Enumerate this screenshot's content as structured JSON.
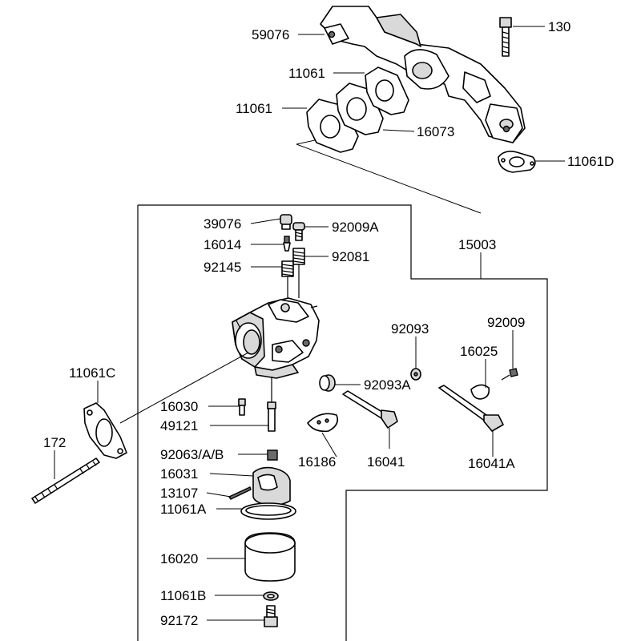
{
  "labels": {
    "p59076": "59076",
    "p130": "130",
    "p11061_top": "11061",
    "p11061_mid": "11061",
    "p16073": "16073",
    "p11061D": "11061D",
    "p39076": "39076",
    "p92009A": "92009A",
    "p16014": "16014",
    "p92145": "92145",
    "p92081": "92081",
    "p15003": "15003",
    "p92093": "92093",
    "p92009": "92009",
    "p16025": "16025",
    "p11061C": "11061C",
    "p92093A": "92093A",
    "p16030": "16030",
    "p49121": "49121",
    "p172": "172",
    "p92063": "92063/A/B",
    "p16031": "16031",
    "p16186": "16186",
    "p16041": "16041",
    "p16041A": "16041A",
    "p13107": "13107",
    "p11061A": "11061A",
    "p16020": "16020",
    "p11061B": "11061B",
    "p92172": "92172"
  }
}
